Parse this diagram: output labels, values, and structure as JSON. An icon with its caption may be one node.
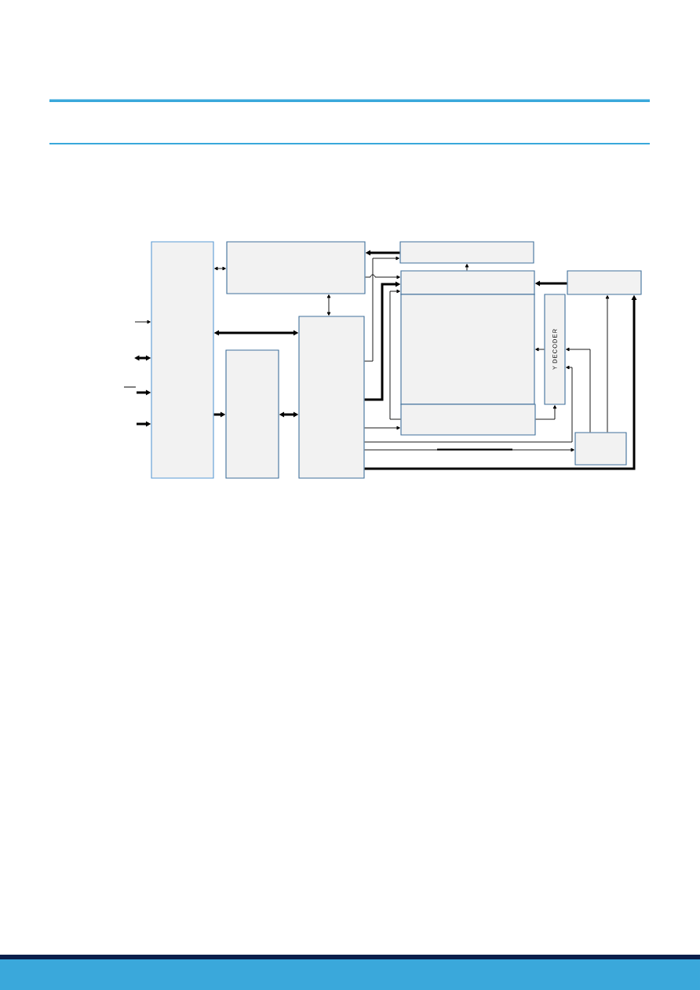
{
  "diagram": {
    "nodes": [
      {
        "text": [],
        "shape": "box"
      },
      {
        "text": [],
        "shape": "box"
      },
      {
        "text": [],
        "shape": "box"
      },
      {
        "text": [],
        "shape": "box"
      },
      {
        "text": [],
        "shape": "box"
      },
      {
        "text": [],
        "shape": "box"
      },
      {
        "text": [],
        "shape": "box"
      },
      {
        "text": [],
        "shape": "box"
      },
      {
        "text": [
          "Y DECODER"
        ]
      },
      {
        "text": [],
        "shape": "box"
      },
      {
        "text": [],
        "shape": "box"
      }
    ],
    "edges": [
      {
        "from": null,
        "to": 0,
        "arrow": "to"
      },
      {
        "from": null,
        "to": 0,
        "arrow": "both",
        "style": "thick"
      },
      {
        "from": null,
        "to": 0,
        "arrow": "to",
        "style": "thick"
      },
      {
        "from": null,
        "to": 0,
        "arrow": "to",
        "style": "thick"
      },
      {
        "from": 0,
        "to": 1,
        "arrow": "both"
      },
      {
        "from": 0,
        "to": 3,
        "arrow": "both",
        "style": "thick"
      },
      {
        "from": 0,
        "to": 2,
        "arrow": "to",
        "style": "thick"
      },
      {
        "from": 2,
        "to": 3,
        "arrow": "both",
        "style": "thick"
      },
      {
        "from": 1,
        "to": 3,
        "arrow": "both"
      },
      {
        "from": 4,
        "to": 1,
        "arrow": "to",
        "style": "thick"
      },
      {
        "from": 3,
        "to": 4,
        "arrow": "to"
      },
      {
        "from": 1,
        "to": 5,
        "arrow": "to"
      },
      {
        "from": 3,
        "to": 5,
        "arrow": "to",
        "style": "thick"
      },
      {
        "from": 7,
        "to": 5,
        "arrow": "to"
      },
      {
        "from": 3,
        "to": 7,
        "arrow": "to"
      },
      {
        "from": 5,
        "to": 4,
        "arrow": "to"
      },
      {
        "from": 9,
        "to": 5,
        "arrow": "to",
        "style": "thick"
      },
      {
        "from": 8,
        "to": 6,
        "arrow": "to"
      },
      {
        "from": 7,
        "to": 8,
        "arrow": "to"
      },
      {
        "from": 10,
        "to": 8,
        "arrow": "to"
      },
      {
        "from": 3,
        "to": 8,
        "arrow": "to"
      },
      {
        "from": 3,
        "to": 10,
        "arrow": "to"
      },
      {
        "from": 10,
        "to": 9,
        "arrow": "to"
      },
      {
        "from": 3,
        "to": 9,
        "arrow": "to",
        "style": "thick"
      }
    ]
  }
}
